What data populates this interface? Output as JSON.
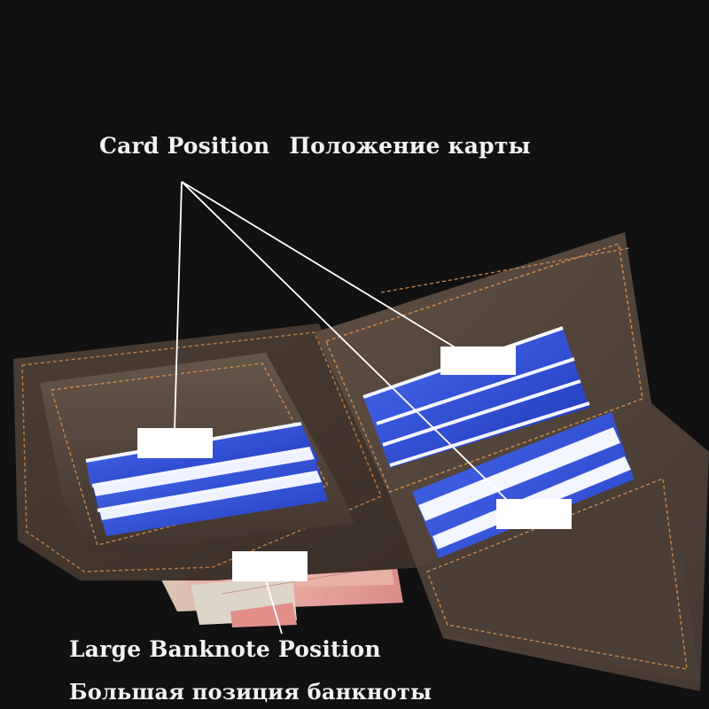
{
  "labels": {
    "card_position_en": "Card Position",
    "card_position_ru": "Положение карты",
    "banknote_position_en": "Large Banknote Position",
    "banknote_position_ru": "Большая позиция банкноты"
  },
  "colors": {
    "background": "#111111",
    "leather": "#5b4b3f",
    "leather_dark": "#3c3129",
    "stitch": "#c98a4e",
    "card_blue": "#2f4fd8",
    "card_edge": "#e8ecff",
    "banknote": "#e7a9a3",
    "pointer_line": "#ffffff"
  }
}
